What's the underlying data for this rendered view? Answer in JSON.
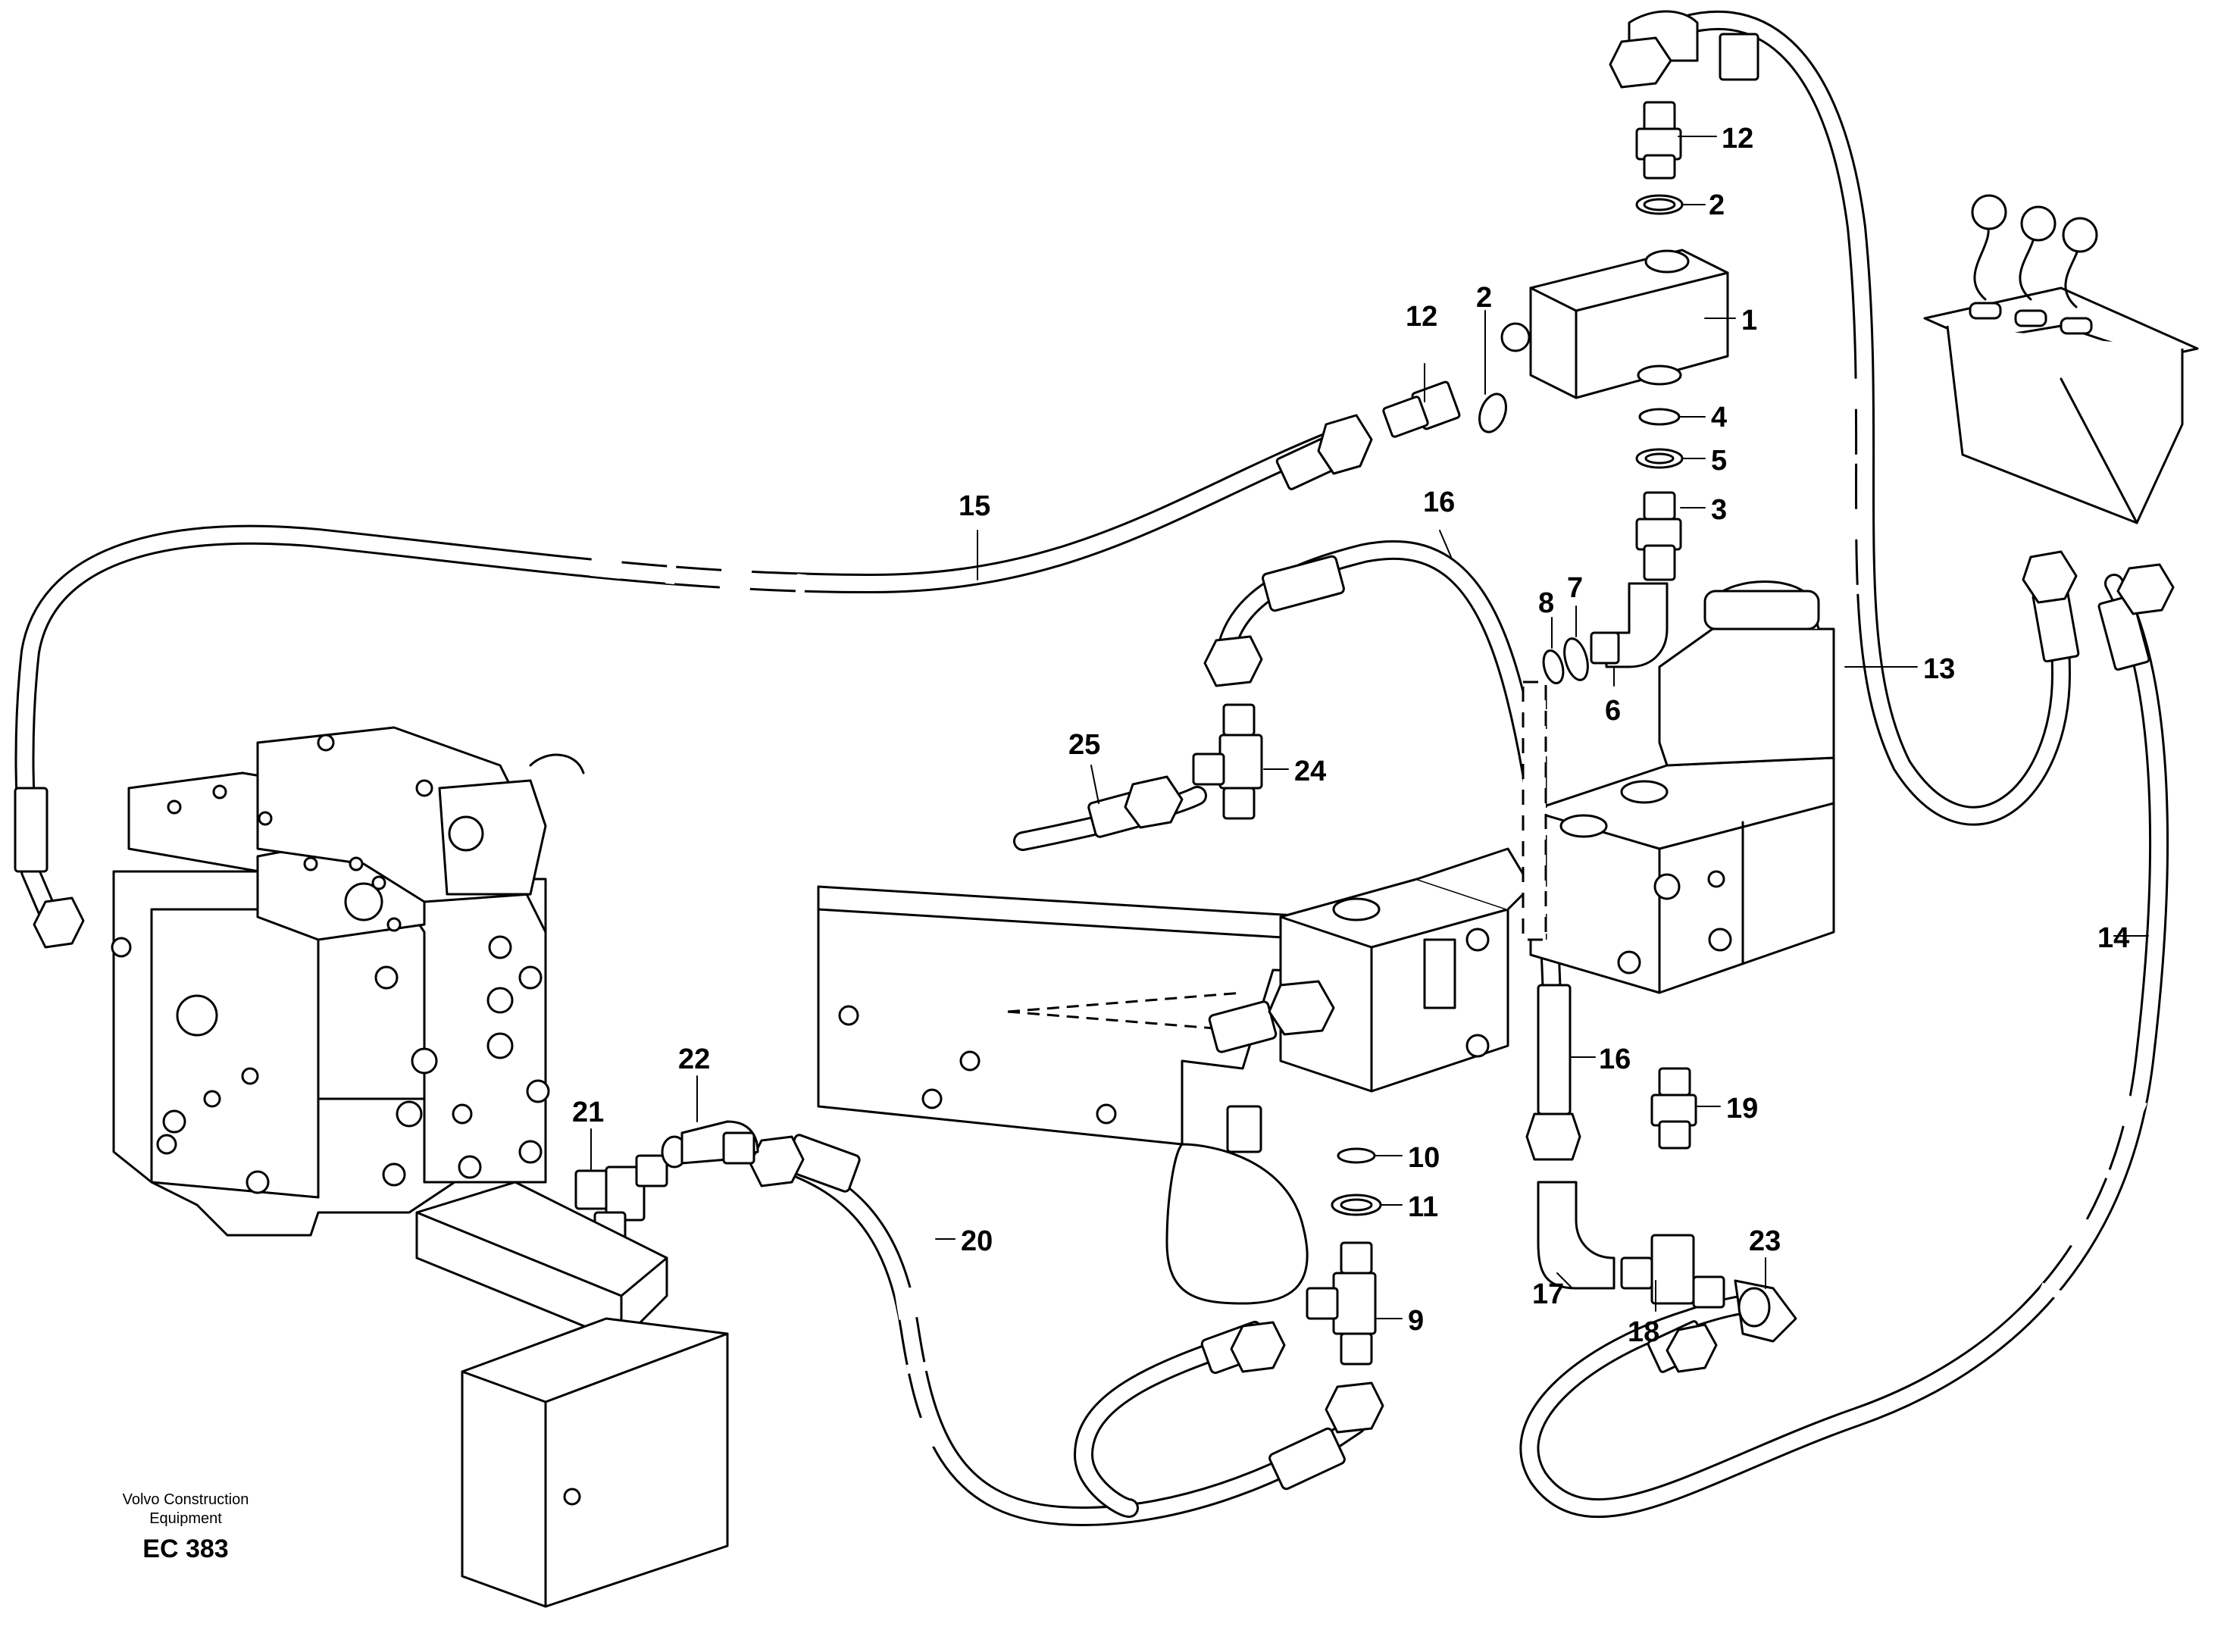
{
  "callouts": [
    {
      "id": "1",
      "label": "1"
    },
    {
      "id": "2a",
      "label": "2"
    },
    {
      "id": "2b",
      "label": "2"
    },
    {
      "id": "3",
      "label": "3"
    },
    {
      "id": "4",
      "label": "4"
    },
    {
      "id": "5",
      "label": "5"
    },
    {
      "id": "6",
      "label": "6"
    },
    {
      "id": "7",
      "label": "7"
    },
    {
      "id": "8",
      "label": "8"
    },
    {
      "id": "9",
      "label": "9"
    },
    {
      "id": "10",
      "label": "10"
    },
    {
      "id": "11",
      "label": "11"
    },
    {
      "id": "12a",
      "label": "12"
    },
    {
      "id": "12b",
      "label": "12"
    },
    {
      "id": "13",
      "label": "13"
    },
    {
      "id": "14",
      "label": "14"
    },
    {
      "id": "15",
      "label": "15"
    },
    {
      "id": "16a",
      "label": "16"
    },
    {
      "id": "16b",
      "label": "16"
    },
    {
      "id": "17",
      "label": "17"
    },
    {
      "id": "18",
      "label": "18"
    },
    {
      "id": "19",
      "label": "19"
    },
    {
      "id": "20",
      "label": "20"
    },
    {
      "id": "21",
      "label": "21"
    },
    {
      "id": "22",
      "label": "22"
    },
    {
      "id": "23",
      "label": "23"
    },
    {
      "id": "24",
      "label": "24"
    },
    {
      "id": "25",
      "label": "25"
    }
  ],
  "footer": {
    "brand_line1": "Volvo Construction",
    "brand_line2": "Equipment",
    "code": "EC 383"
  }
}
